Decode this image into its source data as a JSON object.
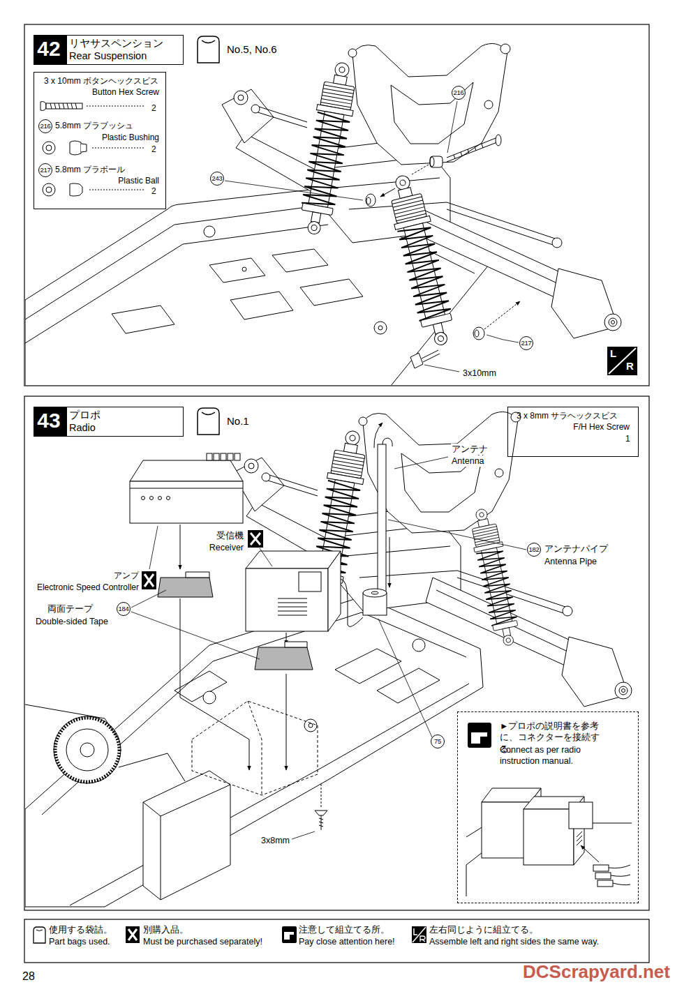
{
  "diagram": {
    "nodes": [
      {
        "text": [
          "リヤサスペンション",
          "Rear Suspension"
        ]
      },
      {
        "text": [
          "42"
        ],
        "in": 0
      },
      {
        "text": [
          "No.5, No.6"
        ]
      },
      {
        "text": [
          "3 x 10mm ボタンヘックスビス",
          "Button Hex Screw",
          "2",
          "216",
          "5.8mm プラブッシュ",
          "Plastic Bushing",
          "2",
          "217",
          "5.8mm プラボール",
          "Plastic Ball",
          "2"
        ]
      },
      {
        "text": [
          "プロポ",
          "Radio"
        ]
      },
      {
        "text": [
          "43"
        ],
        "in": 4
      },
      {
        "text": [
          "No.1"
        ]
      },
      {
        "text": [
          "3 x 8mm サラヘックスビス",
          "F/H Hex Screw",
          "1"
        ]
      },
      {
        "text": [
          "►プロポの説明書を参考に、コネクターを接続する。",
          "Connect as per radio instruction manual."
        ]
      }
    ],
    "labels": [
      "216",
      "243",
      "217",
      "3x10mm",
      "L",
      "R",
      "アンテナ",
      "Antenna",
      "182",
      "アンテナパイプ",
      "Antenna Pipe",
      "受信機",
      "Receiver",
      "アンプ",
      "Electronic Speed Controller",
      "両面テープ",
      "184",
      "Double-sided Tape",
      "75",
      "3x8mm",
      "28",
      "DCScrapyard.net"
    ],
    "legend": [
      {
        "text": "使用する袋詰。"
      },
      {
        "text": "Part bags used."
      },
      {
        "text": "別購入品。"
      },
      {
        "text": "Must be purchased separately!"
      },
      {
        "text": "注意して組立てる所。"
      },
      {
        "text": "Pay close attention here!"
      },
      {
        "text": "左右同じように組立てる。"
      },
      {
        "text": "Assemble left and right sides the same way."
      }
    ]
  }
}
